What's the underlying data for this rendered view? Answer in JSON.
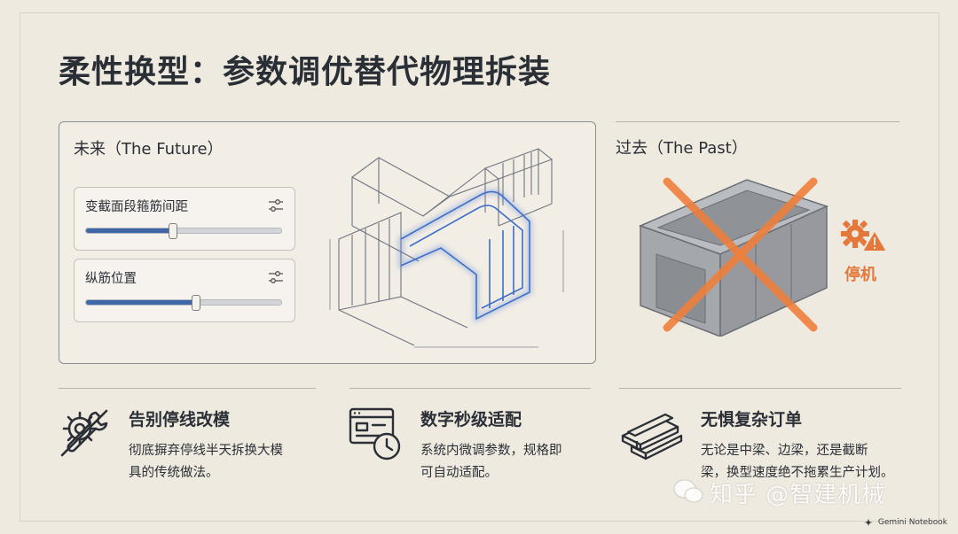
{
  "title": "柔性换型：参数调优替代物理拆装",
  "future": {
    "heading": "未来（The Future）",
    "sliders": [
      {
        "label": "变截面段箍筋间距",
        "value": 0.44
      },
      {
        "label": "纵筋位置",
        "value": 0.56
      }
    ]
  },
  "past": {
    "heading": "过去（The Past）",
    "stop_label": "停机"
  },
  "features": [
    {
      "title": "告别停线改模",
      "desc": "彻底摒弃停线半天拆换大模\n具的传统做法。",
      "icon": "tools-crossed-icon"
    },
    {
      "title": "数字秒级适配",
      "desc": "系统内微调参数，规格即\n可自动适配。",
      "icon": "screen-clock-icon"
    },
    {
      "title": "无惧复杂订单",
      "desc": "无论是中梁、边梁，还是截断\n梁，换型速度绝不拖累生产计划。",
      "icon": "steel-beam-icon"
    }
  ],
  "watermark": "知乎 @智建机械",
  "brand": "Gemini Notebook",
  "colors": {
    "accent_blue": "#3e66a8",
    "warning_orange": "#e5773a",
    "background": "#efeae0"
  }
}
